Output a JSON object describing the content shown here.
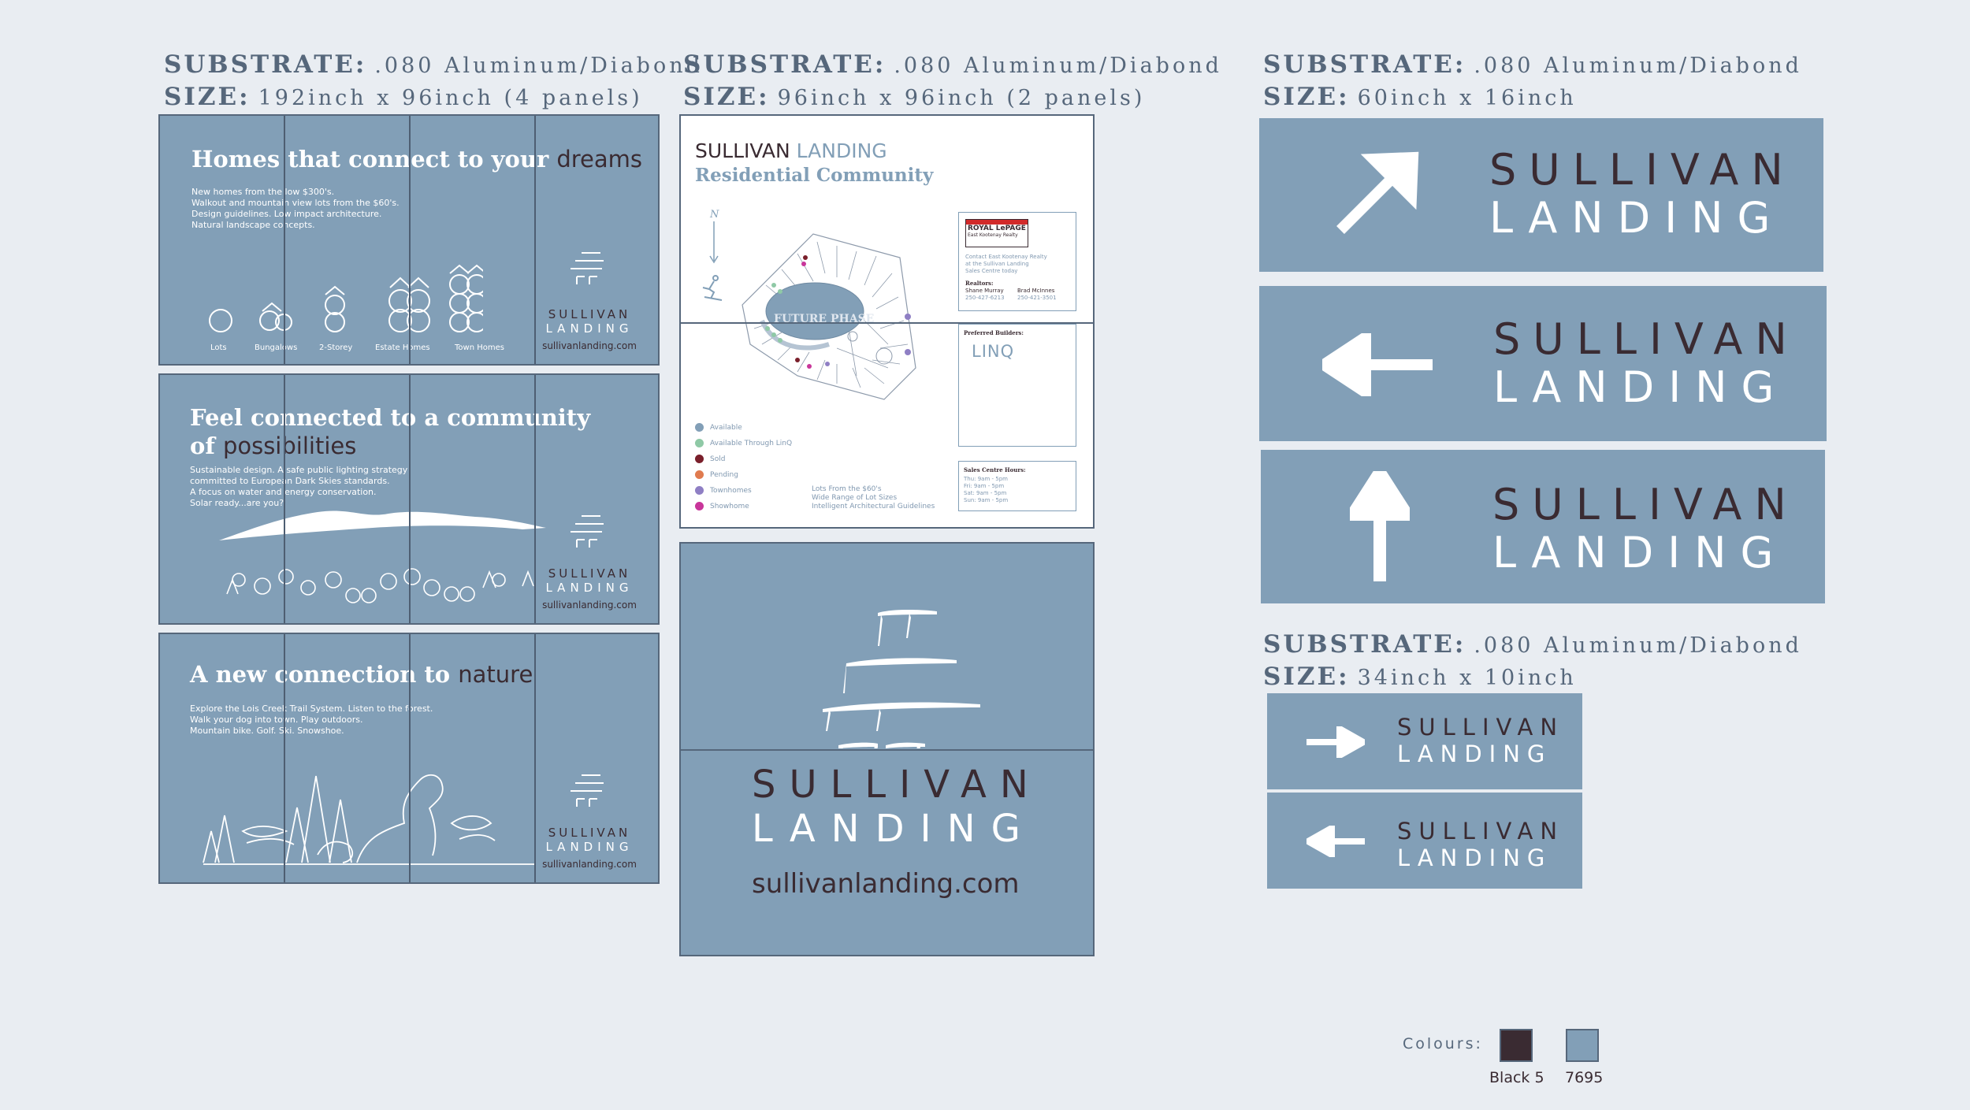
{
  "colors": {
    "background": "#e9edf2",
    "brand_blue": "#829fb7",
    "brand_dark": "#3a2b32",
    "frame": "#56677b"
  },
  "specs": [
    {
      "substrate_label": "SUBSTRATE:",
      "substrate": ".080 Aluminum/Diabond",
      "size_label": "SIZE:",
      "size": "192inch x 96inch (4 panels)"
    },
    {
      "substrate_label": "SUBSTRATE:",
      "substrate": ".080 Aluminum/Diabond",
      "size_label": "SIZE:",
      "size": "96inch x 96inch (2 panels)"
    },
    {
      "substrate_label": "SUBSTRATE:",
      "substrate": ".080 Aluminum/Diabond",
      "size_label": "SIZE:",
      "size": "60inch x 16inch"
    },
    {
      "substrate_label": "SUBSTRATE:",
      "substrate": ".080 Aluminum/Diabond",
      "size_label": "SIZE:",
      "size": "34inch x 10inch"
    }
  ],
  "brand": {
    "word1": "SULLIVAN",
    "word2": "LANDING",
    "url": "sullivanlanding.com"
  },
  "billboards": [
    {
      "title": "Homes that connect to your",
      "title_dark": "dreams",
      "title_line2": "",
      "title_line2_dark": "",
      "copy": "New homes from the low $300's.\nWalkout and mountain view lots from the $60's.\nDesign guidelines. Low impact architecture.\nNatural landscape concepts.",
      "labels": [
        "Lots",
        "Bungalows",
        "2-Storey",
        "Estate Homes",
        "Town Homes"
      ]
    },
    {
      "title": "Feel connected to a community",
      "title_dark": "",
      "title_line2": "of",
      "title_line2_dark": "possibilities",
      "copy": "Sustainable design. A safe public lighting strategy\ncommitted to European Dark Skies standards.\nA focus on water and energy conservation.\nSolar ready...are you?"
    },
    {
      "title": "A new connection to",
      "title_dark": "nature",
      "title_line2": "",
      "title_line2_dark": "",
      "copy": "Explore the Lois Creek Trail System. Listen to the forest.\nWalk your dog into town. Play outdoors.\nMountain bike. Golf. Ski. Snowshoe."
    }
  ],
  "map_board": {
    "brand1": "SULLIVAN",
    "brand2": "LANDING",
    "subtitle": "Residential Community",
    "north": "N",
    "future_phase": "FUTURE PHASE",
    "legend": [
      {
        "label": "Available",
        "color": "#829fb7"
      },
      {
        "label": "Available Through LinQ",
        "color": "#8fc9a6"
      },
      {
        "label": "Sold",
        "color": "#7a1f2b"
      },
      {
        "label": "Pending",
        "color": "#e07b4f"
      },
      {
        "label": "Townhomes",
        "color": "#8f7fc4"
      },
      {
        "label": "Showhome",
        "color": "#c8369a"
      }
    ],
    "bullets": "Lots From the $60's\nWide Range of Lot Sizes\nIntelligent Architectural Guidelines",
    "realtor": {
      "logo1": "ROYAL LePAGE",
      "logo2": "East Kootenay Realty",
      "contact": "Contact East Kootenay Realty\nat the Sullivan Landing\nSales Centre today",
      "realtors_label": "Realtors:",
      "r1_name": "Shane Murray",
      "r1_phone": "250-427-6213",
      "r2_name": "Brad McInnes",
      "r2_phone": "250-421-3501"
    },
    "builders_label": "Preferred Builders:",
    "builder": "LINQ",
    "hours_label": "Sales Centre Hours:",
    "hours": "Thu:   9am  -  5pm\nFri:    9am  -  5pm\nSat:   9am  -  5pm\nSun:   9am  -  5pm"
  },
  "signs": [
    {
      "arrow": "arrow-up-right-icon"
    },
    {
      "arrow": "arrow-left-icon"
    },
    {
      "arrow": "arrow-up-icon"
    },
    {
      "arrow": "arrow-right-icon"
    },
    {
      "arrow": "arrow-left-icon"
    }
  ],
  "palette": {
    "label": "Colours:",
    "swatches": [
      {
        "name": "Black 5",
        "color": "#3a2b32"
      },
      {
        "name": "7695",
        "color": "#829fb7"
      }
    ]
  }
}
